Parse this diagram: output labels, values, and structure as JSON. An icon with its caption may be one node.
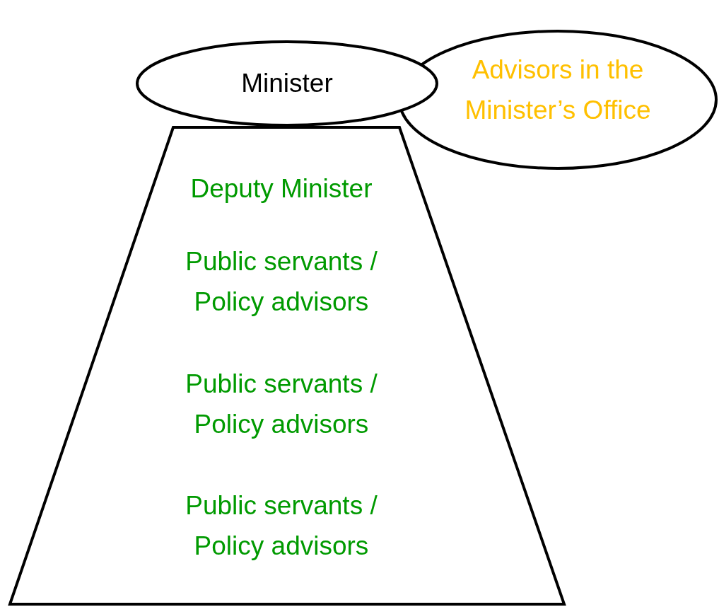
{
  "diagram": {
    "nodes": [
      {
        "text": [
          "Minister"
        ]
      },
      {
        "text": [
          "Advisors in the Minister’s Office"
        ]
      },
      {
        "text": [
          "Deputy Minister",
          "Public servants / Policy advisors",
          "Public servants / Policy advisors",
          "Public servants / Policy advisors"
        ]
      }
    ]
  }
}
